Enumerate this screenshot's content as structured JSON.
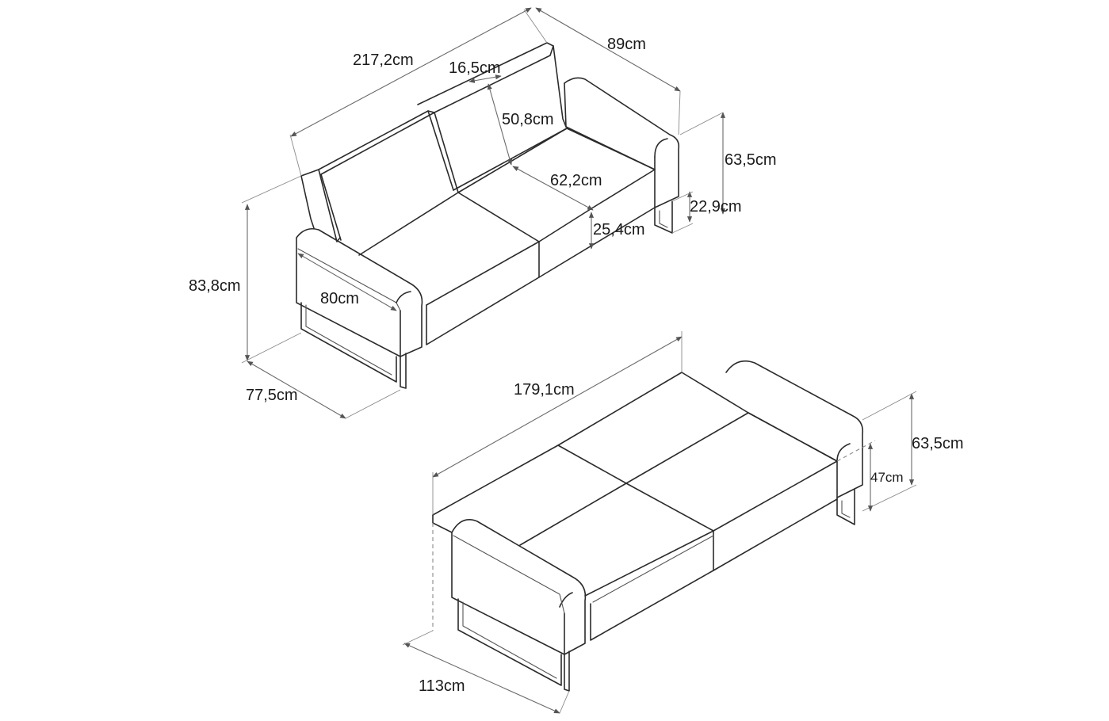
{
  "diagrams": [
    {
      "id": "sofa-upright",
      "dimensions": {
        "total_width": "217,2cm",
        "total_depth": "89cm",
        "back_thickness": "16,5cm",
        "back_height": "50,8cm",
        "seat_depth": "62,2cm",
        "arm_height": "63,5cm",
        "leg_height": "22,9cm",
        "seat_thickness": "25,4cm",
        "total_height": "83,8cm",
        "arm_width": "80cm",
        "front_depth": "77,5cm"
      }
    },
    {
      "id": "sofa-bed",
      "dimensions": {
        "bed_length": "179,1cm",
        "arm_height": "63,5cm",
        "seat_height": "47cm",
        "bed_depth": "113cm"
      }
    }
  ]
}
